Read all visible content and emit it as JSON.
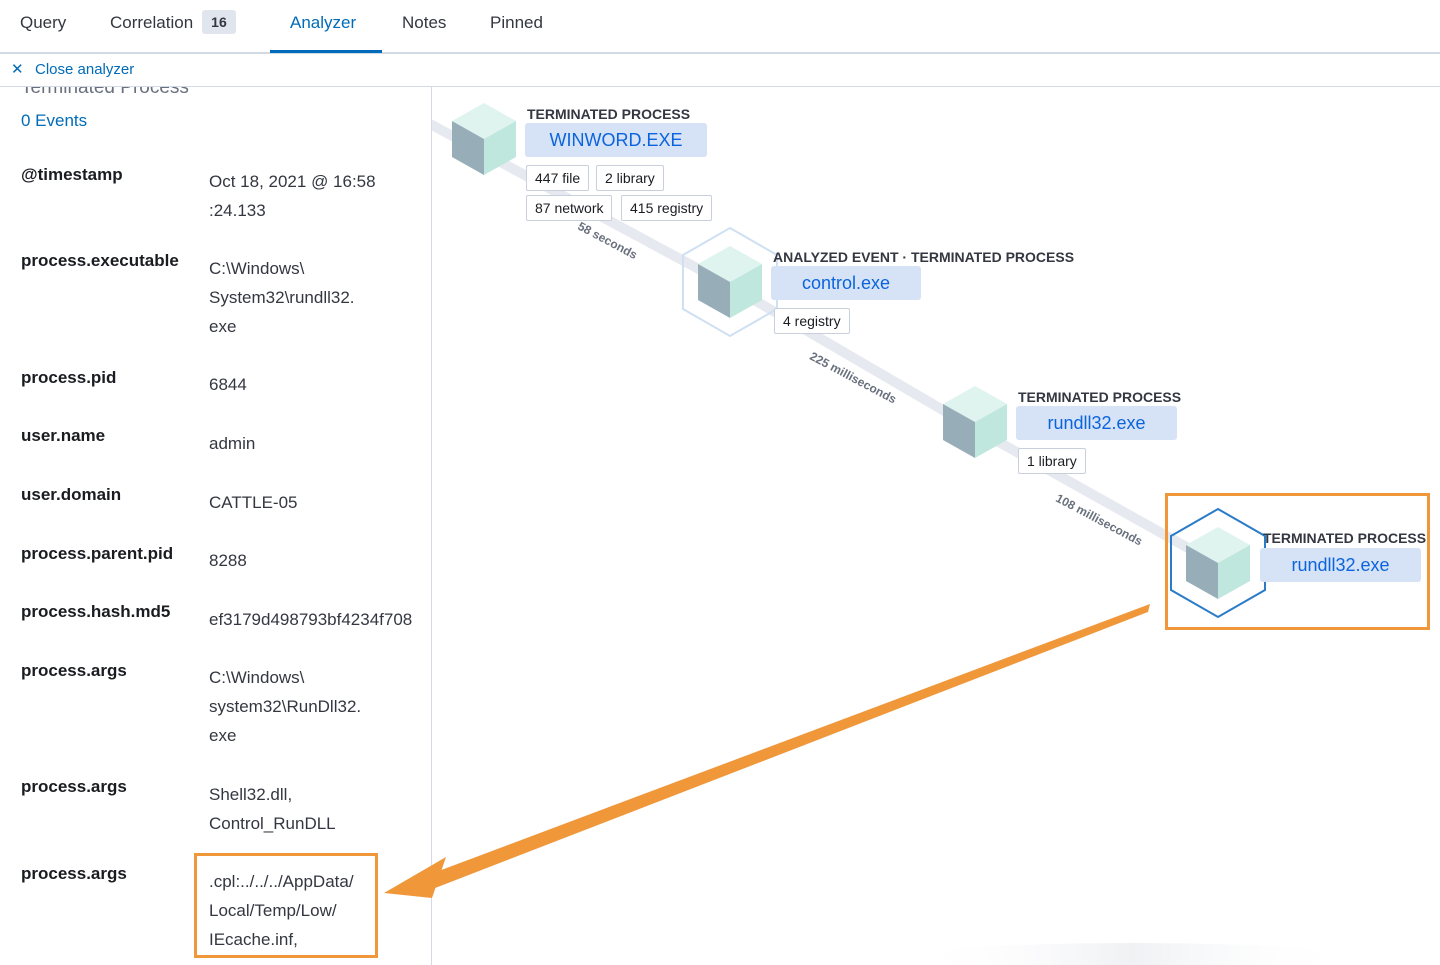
{
  "tabs": [
    {
      "label": "Query"
    },
    {
      "label": "Correlation",
      "badge": "16"
    },
    {
      "label": "Analyzer",
      "active": true
    },
    {
      "label": "Notes"
    },
    {
      "label": "Pinned"
    }
  ],
  "close_analyzer": {
    "label": "Close analyzer",
    "icon": "close-icon"
  },
  "panel": {
    "title": "Terminated Process",
    "events_link": "0 Events",
    "fields": [
      {
        "key": "@timestamp",
        "lines": [
          "Oct 18, 2021 @ 16:58",
          ":24.133"
        ]
      },
      {
        "key": "process.executable",
        "lines": [
          "C:\\Windows\\",
          "System32\\rundll32.",
          "exe"
        ]
      },
      {
        "key": "process.pid",
        "lines": [
          "6844"
        ]
      },
      {
        "key": "user.name",
        "lines": [
          "admin"
        ]
      },
      {
        "key": "user.domain",
        "lines": [
          "CATTLE-05"
        ]
      },
      {
        "key": "process.parent.pid",
        "lines": [
          "8288"
        ]
      },
      {
        "key": "process.hash.md5",
        "lines": [
          "ef3179d498793bf4234f708"
        ]
      },
      {
        "key": "process.args",
        "lines": [
          "C:\\Windows\\",
          "system32\\RunDll32.",
          "exe"
        ]
      },
      {
        "key": "process.args",
        "lines": [
          "Shell32.dll,",
          "Control_RunDLL"
        ]
      },
      {
        "key": "process.args",
        "lines": [
          ".cpl:../../../AppData/",
          "Local/Temp/Low/",
          "IEcache.inf,"
        ]
      }
    ]
  },
  "graph": {
    "nodes": [
      {
        "caption": "TERMINATED PROCESS",
        "name": "WINWORD.EXE",
        "pills": [
          "447 file",
          "2 library",
          "87 network",
          "415 registry"
        ]
      },
      {
        "caption": "ANALYZED EVENT · TERMINATED PROCESS",
        "name": "control.exe",
        "pills": [
          "4 registry"
        ]
      },
      {
        "caption": "TERMINATED PROCESS",
        "name": "rundll32.exe",
        "pills": [
          "1 library"
        ]
      },
      {
        "caption": "TERMINATED PROCESS",
        "name": "rundll32.exe",
        "pills": []
      }
    ],
    "edges": [
      {
        "label": "58 seconds"
      },
      {
        "label": "225 milliseconds"
      },
      {
        "label": "108 milliseconds"
      }
    ]
  },
  "colors": {
    "accent": "#006bb8",
    "highlight": "#f0973a",
    "cube_light": "#cdeee6",
    "cube_dark": "#8fa8b3"
  }
}
